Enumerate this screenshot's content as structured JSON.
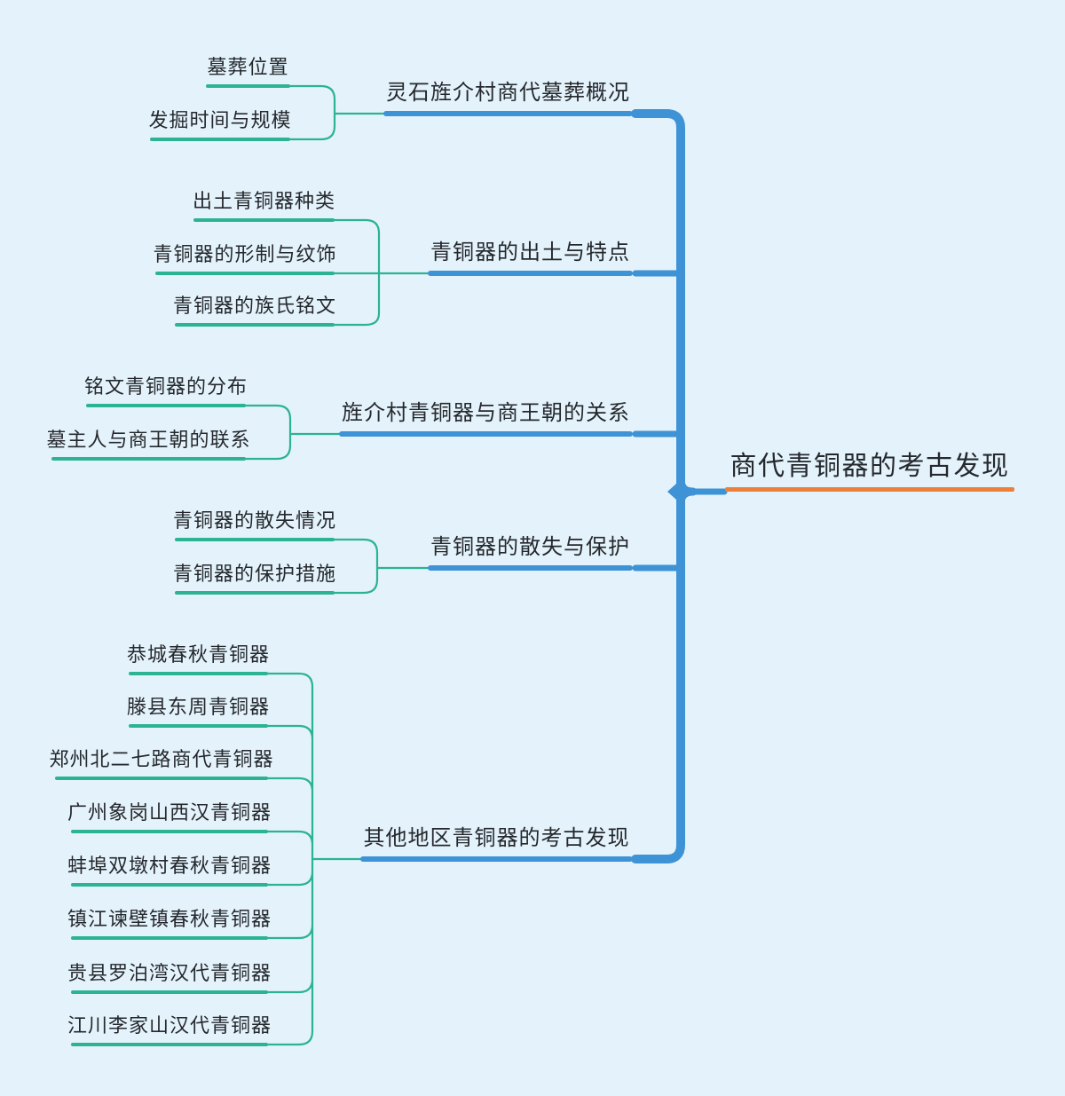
{
  "root": {
    "label": "商代青铜器的考古发现"
  },
  "branches": [
    {
      "label": "灵石旌介村商代墓葬概况",
      "children": [
        "墓葬位置",
        "发掘时间与规模"
      ]
    },
    {
      "label": "青铜器的出土与特点",
      "children": [
        "出土青铜器种类",
        "青铜器的形制与纹饰",
        "青铜器的族氏铭文"
      ]
    },
    {
      "label": "旌介村青铜器与商王朝的关系",
      "children": [
        "铭文青铜器的分布",
        "墓主人与商王朝的联系"
      ]
    },
    {
      "label": "青铜器的散失与保护",
      "children": [
        "青铜器的散失情况",
        "青铜器的保护措施"
      ]
    },
    {
      "label": "其他地区青铜器的考古发现",
      "children": [
        "恭城春秋青铜器",
        "滕县东周青铜器",
        "郑州北二七路商代青铜器",
        "广州象岗山西汉青铜器",
        "蚌埠双墩村春秋青铜器",
        "镇江谏壁镇春秋青铜器",
        "贵县罗泊湾汉代青铜器",
        "江川李家山汉代青铜器"
      ]
    }
  ],
  "colors": {
    "background": "#E4F3FB",
    "branch_blue": "#3E92D6",
    "node_teal": "#2BB392",
    "root_orange": "#EC8038",
    "text": "#25282D"
  }
}
